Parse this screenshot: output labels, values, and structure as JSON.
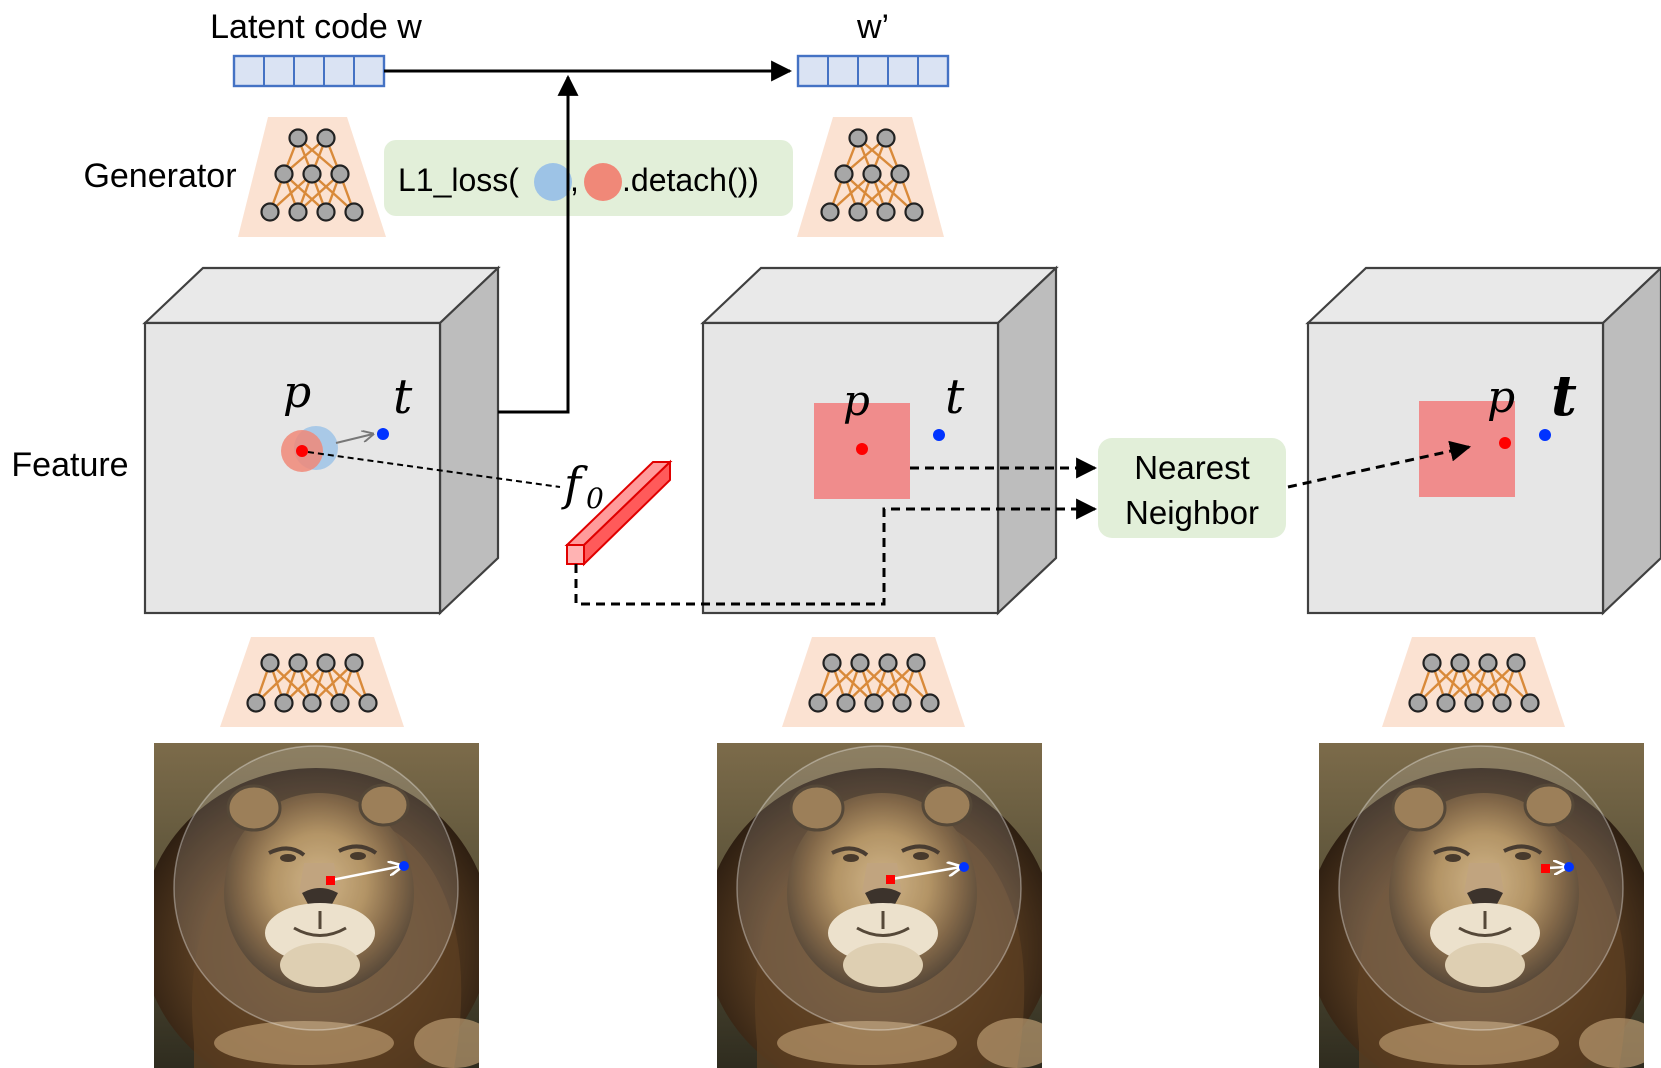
{
  "labels": {
    "latent": "Latent code w",
    "w_prime": "w’",
    "generator": "Generator",
    "feature": "Feature",
    "nearest_line1": "Nearest",
    "nearest_line2": "Neighbor",
    "f0_main": "f",
    "f0_sub": "0",
    "p": "p",
    "t": "t"
  },
  "loss": {
    "prefix": "L1_loss(",
    "comma": ",",
    "suffix": ".detach())"
  },
  "colors": {
    "cube_front": "#e6e6e6",
    "cube_top": "#e9e9e9",
    "cube_side": "#bdbdbd",
    "cube_stroke": "#404040",
    "trapezoid": "#fbe2d2",
    "net_edge": "#d98a3a",
    "net_node": "#a7a7a7",
    "vector_fill": "#dae3f3",
    "vector_stroke": "#4472c4",
    "loss_box": "#e2efd9",
    "nn_box": "#e2efd9",
    "handle_red": "#ff0000",
    "target_blue": "#0033ff",
    "blue_circle": "#9dc3e6",
    "red_circle": "#f08878",
    "patch": "#f08c8c",
    "f0_bar": "#ff5a5a"
  },
  "icons": [
    "lion-photo",
    "neural-network-icon",
    "latent-vector-icon"
  ]
}
